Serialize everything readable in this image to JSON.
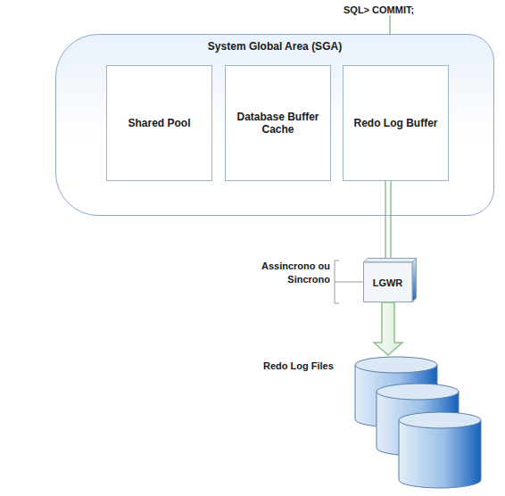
{
  "diagram": {
    "nodes": [
      {
        "text": [
          "System Global Area (SGA)"
        ]
      },
      {
        "text": [
          "Shared Pool"
        ],
        "in": 0
      },
      {
        "text": [
          "Database Buffer Cache"
        ],
        "in": 0
      },
      {
        "text": [
          "Redo Log Buffer"
        ],
        "in": 0
      },
      {
        "text": [
          "LGWR"
        ]
      },
      {
        "text": [
          "Redo Log Files"
        ]
      }
    ],
    "edges": [
      {
        "from": 3,
        "to": 4,
        "arrow": "none"
      },
      {
        "from": 4,
        "to": 5,
        "arrow": "to"
      }
    ],
    "labels": [
      "SQL> COMMIT;",
      "Assincrono ou Sincrono"
    ]
  }
}
